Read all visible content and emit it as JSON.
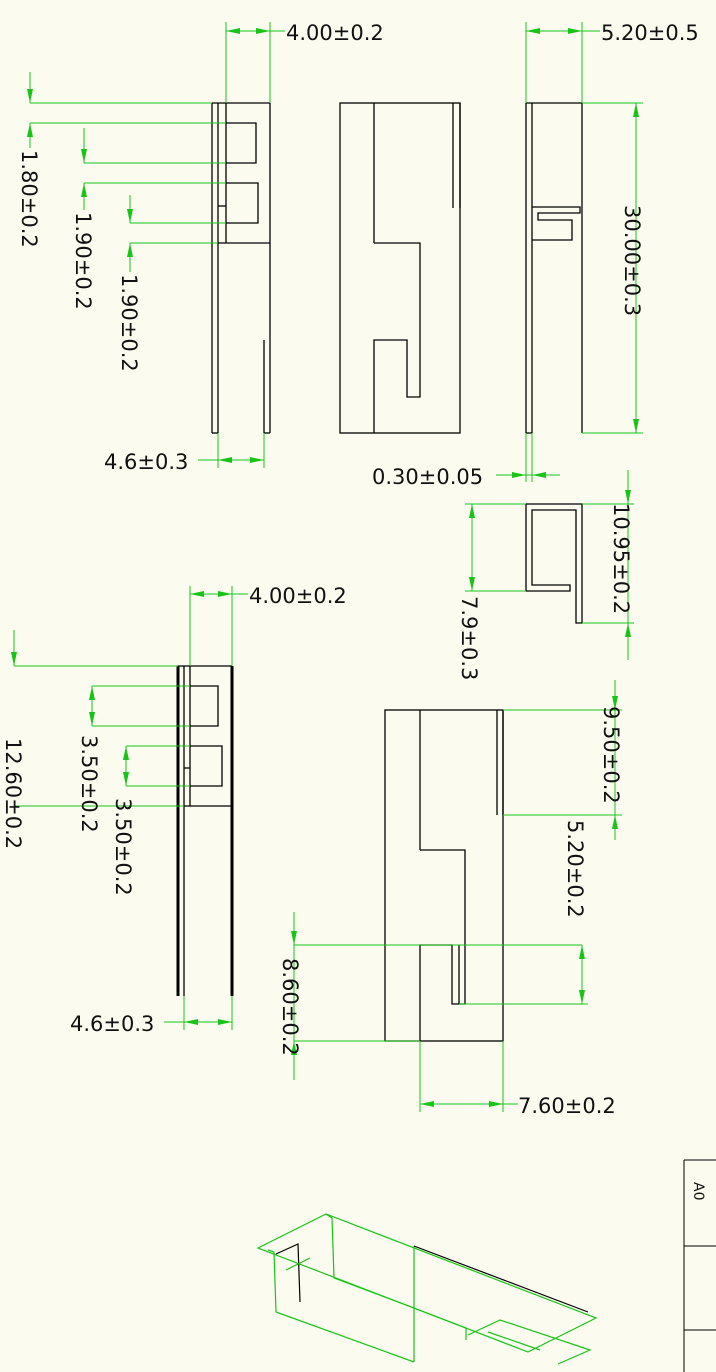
{
  "dimensions": {
    "view1_width": "4.00±0.2",
    "view1_height": "1.80±0.2",
    "view1_slot1": "1.90±0.2",
    "view1_slot2": "1.90±0.2",
    "view1_bottom": "4.6±0.3",
    "view3_width": "5.20±0.5",
    "view3_length": "30.00±0.3",
    "view3_thickness": "0.30±0.05",
    "section_height": "10.95±0.2",
    "section_width": "7.9±0.3",
    "view4_width": "4.00±0.2",
    "view4_height": "12.60±0.2",
    "view4_slot1": "3.50±0.2",
    "view4_slot2": "3.50±0.2",
    "view4_bottom": "4.6±0.3",
    "view5_top": "9.50±0.2",
    "view5_step": "5.20±0.2",
    "view5_notch": "8.60±0.2",
    "view5_width": "7.60±0.2"
  },
  "title_block": {
    "size_label": "A0"
  }
}
